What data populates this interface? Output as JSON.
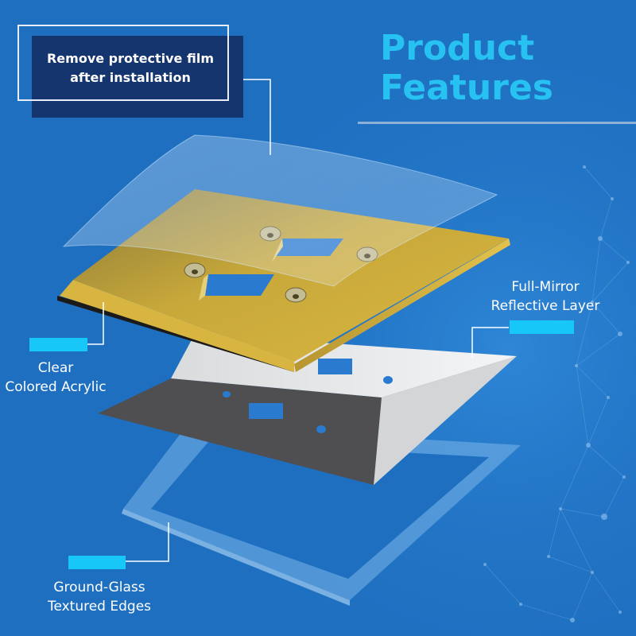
{
  "callout": {
    "line1": "Remove protective film",
    "line2": "after installation"
  },
  "title": {
    "line1": "Product",
    "line2": "Features"
  },
  "labels": {
    "acrylic": {
      "line1": "Clear",
      "line2": "Colored Acrylic"
    },
    "mirror": {
      "line1": "Full-Mirror",
      "line2": "Reflective Layer"
    },
    "glass": {
      "line1": "Ground-Glass",
      "line2": "Textured Edges"
    }
  },
  "colors": {
    "background": "#1e6fc0",
    "accent": "#27c1f2",
    "tag": "#17c7f7",
    "callout_box": "#14356e",
    "acrylic": "#c9a92e"
  },
  "layers": [
    "protective-film",
    "acrylic-plate",
    "mirror-layer",
    "glass-frame"
  ]
}
